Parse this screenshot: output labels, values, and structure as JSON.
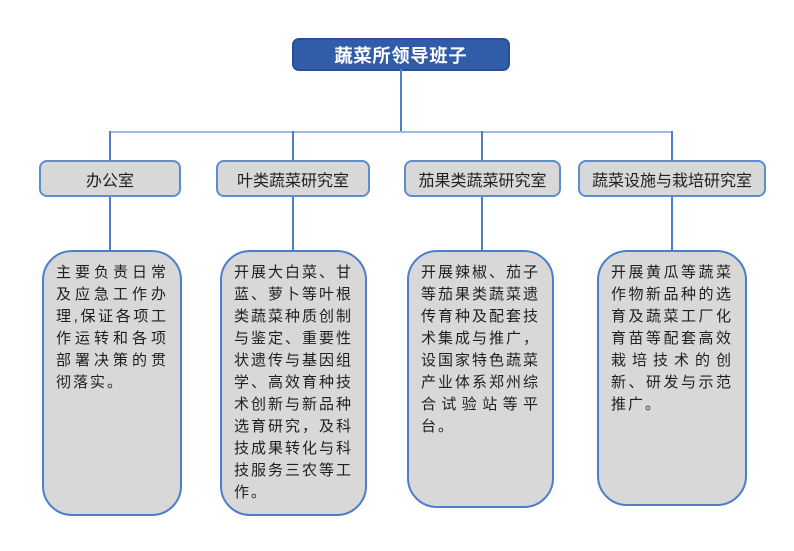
{
  "root": {
    "label": "蔬菜所领导班子"
  },
  "departments": [
    {
      "name": "办公室",
      "description": "主要负责日常及应急工作办理,保证各项工作运转和各项部署决策的贯彻落实。"
    },
    {
      "name": "叶类蔬菜研究室",
      "description": "开展大白菜、甘蓝、萝卜等叶根类蔬菜种质创制与鉴定、重要性状遗传与基因组学、高效育种技术创新与新品种选育研究，及科技成果转化与科技服务三农等工作。"
    },
    {
      "name": "茄果类蔬菜研究室",
      "description": "开展辣椒、茄子等茄果类蔬菜遗传育种及配套技术集成与推广，设国家特色蔬菜产业体系郑州综合试验站等平台。"
    },
    {
      "name": "蔬菜设施与栽培研究室",
      "description": "开展黄瓜等蔬菜作物新品种的选育及蔬菜工厂化育苗等配套高效栽培技术的创新、研发与示范推广。"
    }
  ],
  "colors": {
    "root-fill": "#315ca8",
    "root-border": "#28509a",
    "box-fill": "#d8d8d8",
    "box-border": "#4d7ec9",
    "box-border-light": "#5d8bd4",
    "line-strong": "#4f7dc6",
    "line-light": "#9fbce6"
  }
}
